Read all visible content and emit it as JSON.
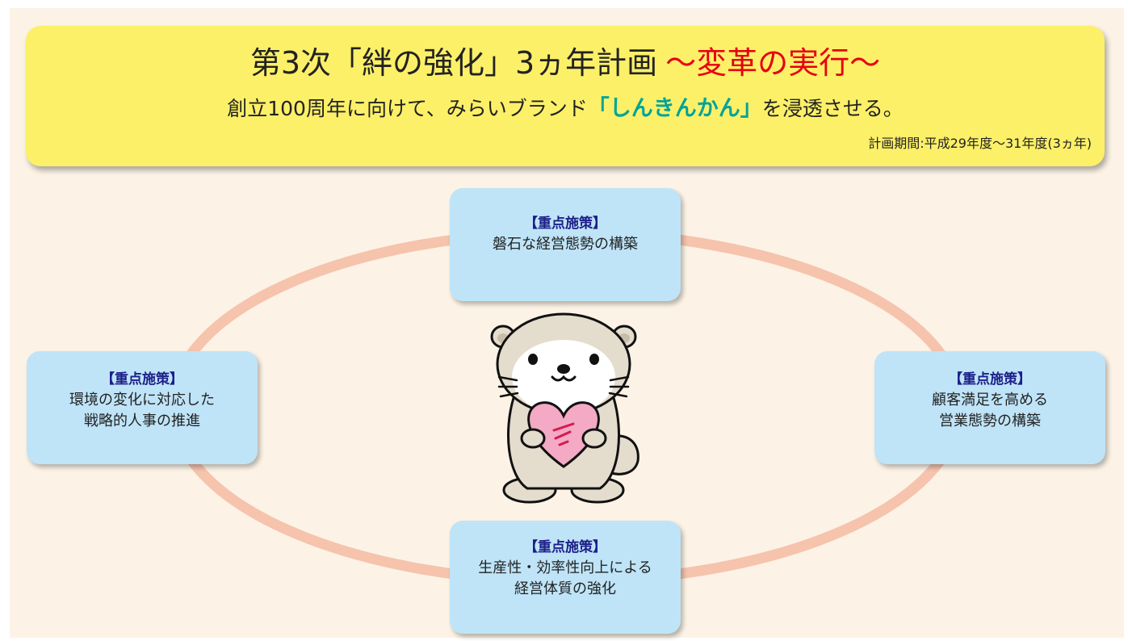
{
  "header": {
    "title": "第3次「絆の強化」3ヵ年計画",
    "title_accent": "～変革の実行～",
    "subtitle_before": "創立100周年に向けて、みらいブランド",
    "subtitle_brand": "「しんきんかん」",
    "subtitle_after": "を浸透させる。",
    "period": "計画期間:平成29年度～31年度(3ヵ年)"
  },
  "nodes": {
    "top": {
      "tag": "【重点施策】",
      "text": "磐石な経営態勢の構築"
    },
    "left": {
      "tag": "【重点施策】",
      "text": "環境の変化に対応した\n戦略的人事の推進"
    },
    "right": {
      "tag": "【重点施策】",
      "text": "顧客満足を高める\n営業態勢の構築"
    },
    "bottom": {
      "tag": "【重点施策】",
      "text": "生産性・効率性向上による\n経営体質の強化"
    }
  },
  "mascot": {
    "icon": "otter-mascot-holding-heart-icon"
  },
  "colors": {
    "panel_bg": "#fcf3e6",
    "banner_bg": "#fcf068",
    "title_accent": "#e60012",
    "brand": "#00a39a",
    "node_bg": "#bfe4f8",
    "node_tag": "#1d2088",
    "ring": "#f6c3ad"
  }
}
